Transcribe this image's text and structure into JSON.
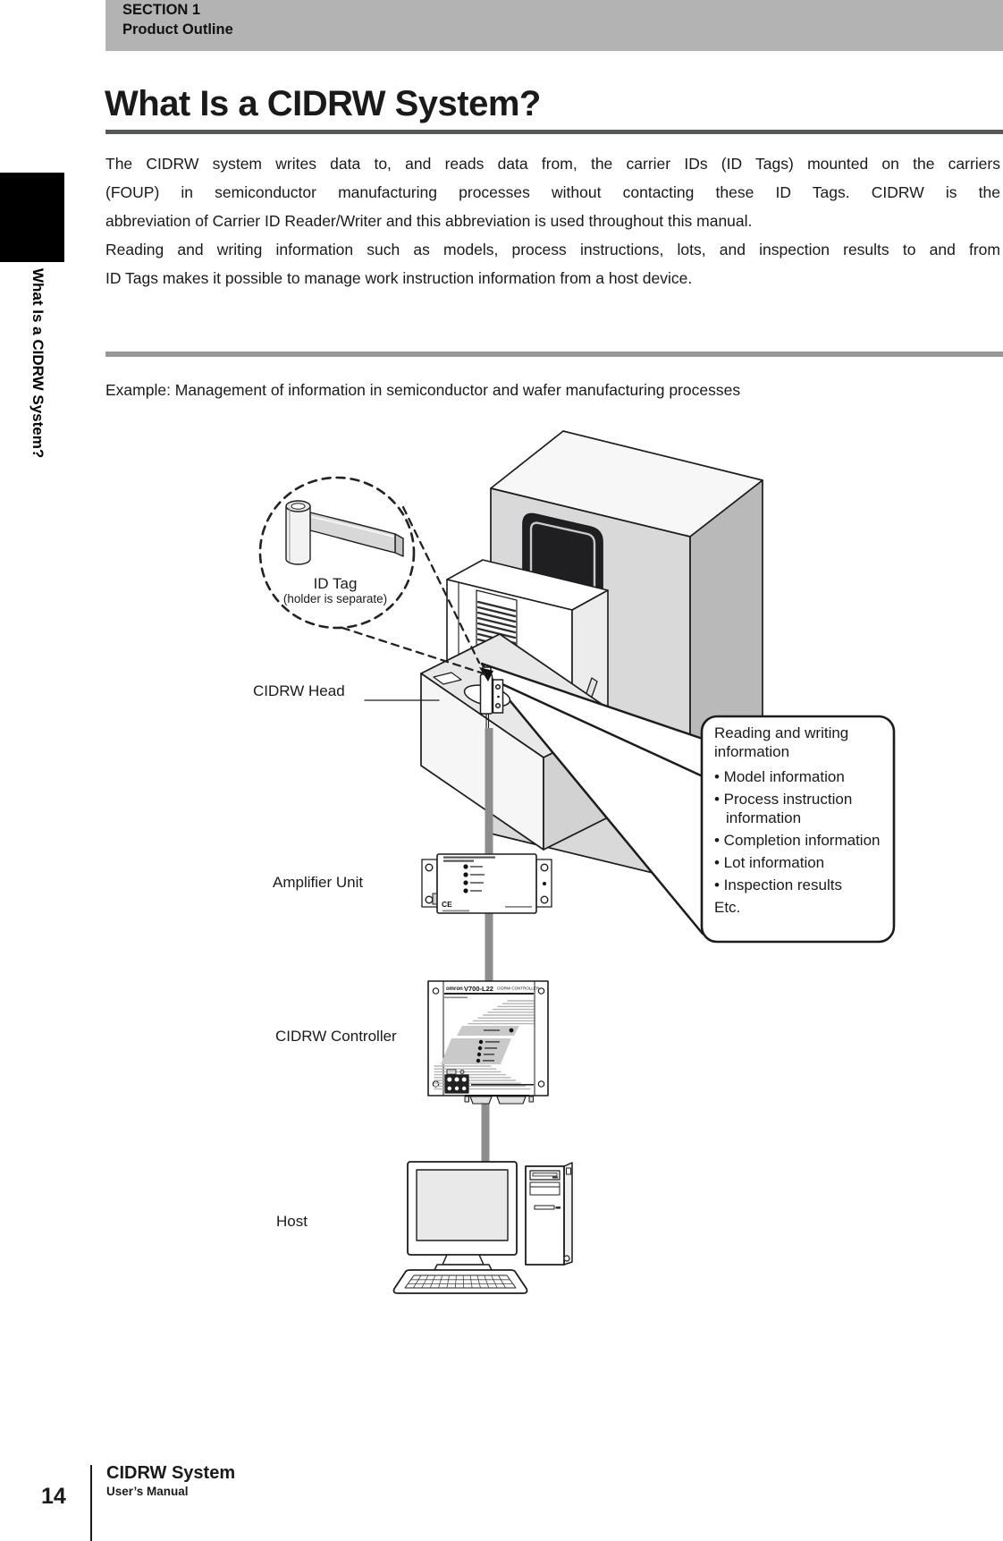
{
  "page": {
    "header": {
      "line1": "SECTION 1",
      "line2": "Product Outline"
    },
    "sidebar": {
      "section": "SECTION 1",
      "topic": "What Is a CIDRW System?"
    },
    "title": "What Is a CIDRW System?",
    "body": {
      "para1_lines": [
        "The CIDRW system writes data to, and reads data from, the carrier IDs (ID Tags) mounted on the carriers",
        "(FOUP) in semiconductor manufacturing processes without contacting these ID Tags. CIDRW is the",
        "abbreviation of Carrier ID Reader/Writer and this abbreviation is used throughout this manual."
      ],
      "para2_lines": [
        "Reading and writing information such as models, process instructions, lots, and inspection results to and from",
        "ID Tags makes it possible to manage work instruction information from a host device."
      ]
    },
    "example_caption": "Example: Management of information in semiconductor and wafer manufacturing processes",
    "footer": {
      "page_number": "14",
      "doc_title": "CIDRW System",
      "doc_subtitle": "User’s Manual"
    }
  },
  "diagram": {
    "id_tag": {
      "label": "ID Tag",
      "sublabel": "(holder is separate)"
    },
    "labels": {
      "head": "CIDRW Head",
      "amplifier": "Amplifier Unit",
      "controller": "CIDRW Controller",
      "host": "Host"
    },
    "callout": {
      "title_line1": "Reading and writing",
      "title_line2": "information",
      "items": [
        "• Model information",
        "• Process instruction information",
        "• Completion information",
        "• Lot information",
        "• Inspection results"
      ],
      "footer": "Etc."
    },
    "controller_markings": {
      "brand": "omron",
      "model": "V700-L22",
      "name": "CIDRW CONTROLLER"
    },
    "amplifier_markings": {
      "ce": "CE"
    }
  },
  "colors": {
    "header_bar": "#b3b3b3",
    "rule_dark": "#58595b",
    "rule_light": "#98989a",
    "ink": "#1a1a1a",
    "cable_gray": "#8d8d8d",
    "machine_front": "#d9d9d9",
    "machine_side": "#b9b9b9",
    "opening_dark": "#1f1f21"
  }
}
